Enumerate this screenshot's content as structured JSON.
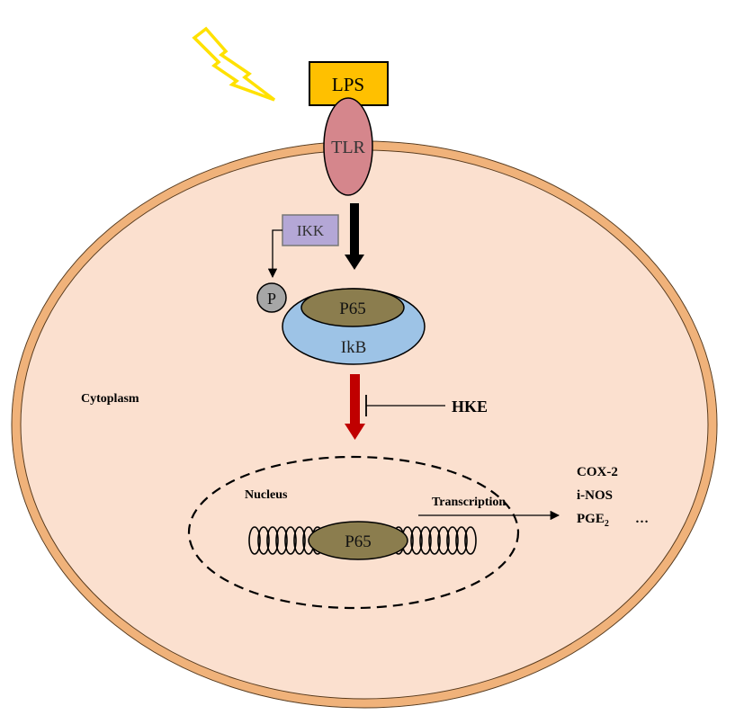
{
  "stimulus_label": "",
  "receptor": {
    "ligand": "LPS",
    "receptor": "TLR"
  },
  "kinase": "IKK",
  "phosphate": "P",
  "complex": {
    "p65": "P65",
    "ikb": "IkB"
  },
  "compartments": {
    "cytoplasm": "Cytoplasm",
    "nucleus": "Nucleus"
  },
  "inhibitor": "HKE",
  "nuclear_p65": "P65",
  "transcription": "Transcription",
  "products": {
    "cox2": "COX-2",
    "inos": "i-NOS",
    "pge_base": "PGE",
    "pge_sub": "2",
    "more": "…"
  },
  "colors": {
    "cell_fill": "#fbe0cf",
    "cell_border": "#f0b27a",
    "lps": "#ffc000",
    "tlr": "#d5868c",
    "ikk": "#b4a7d6",
    "ikb": "#9dc3e6",
    "p65": "#8b7d4e",
    "phosphate": "#a6a6a6",
    "lightning": "#ffe100",
    "red_arrow": "#c00000"
  }
}
